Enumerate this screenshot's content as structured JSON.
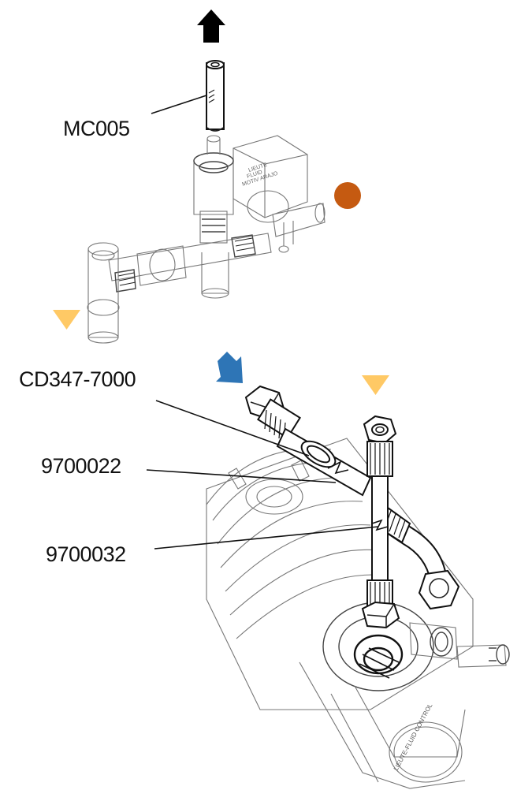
{
  "callouts": {
    "mc005": "MC005",
    "cd347": "CD347-7000",
    "p9700022": "9700022",
    "p9700032": "9700032"
  },
  "markers": {
    "up_arrow_color": "#000000",
    "orange_dot_color": "#c55a11",
    "triangle_color": "#ffc965",
    "blue_arrow_color": "#2e75b6"
  },
  "cap_text": "LIEUTE-FLUID CONTROL"
}
